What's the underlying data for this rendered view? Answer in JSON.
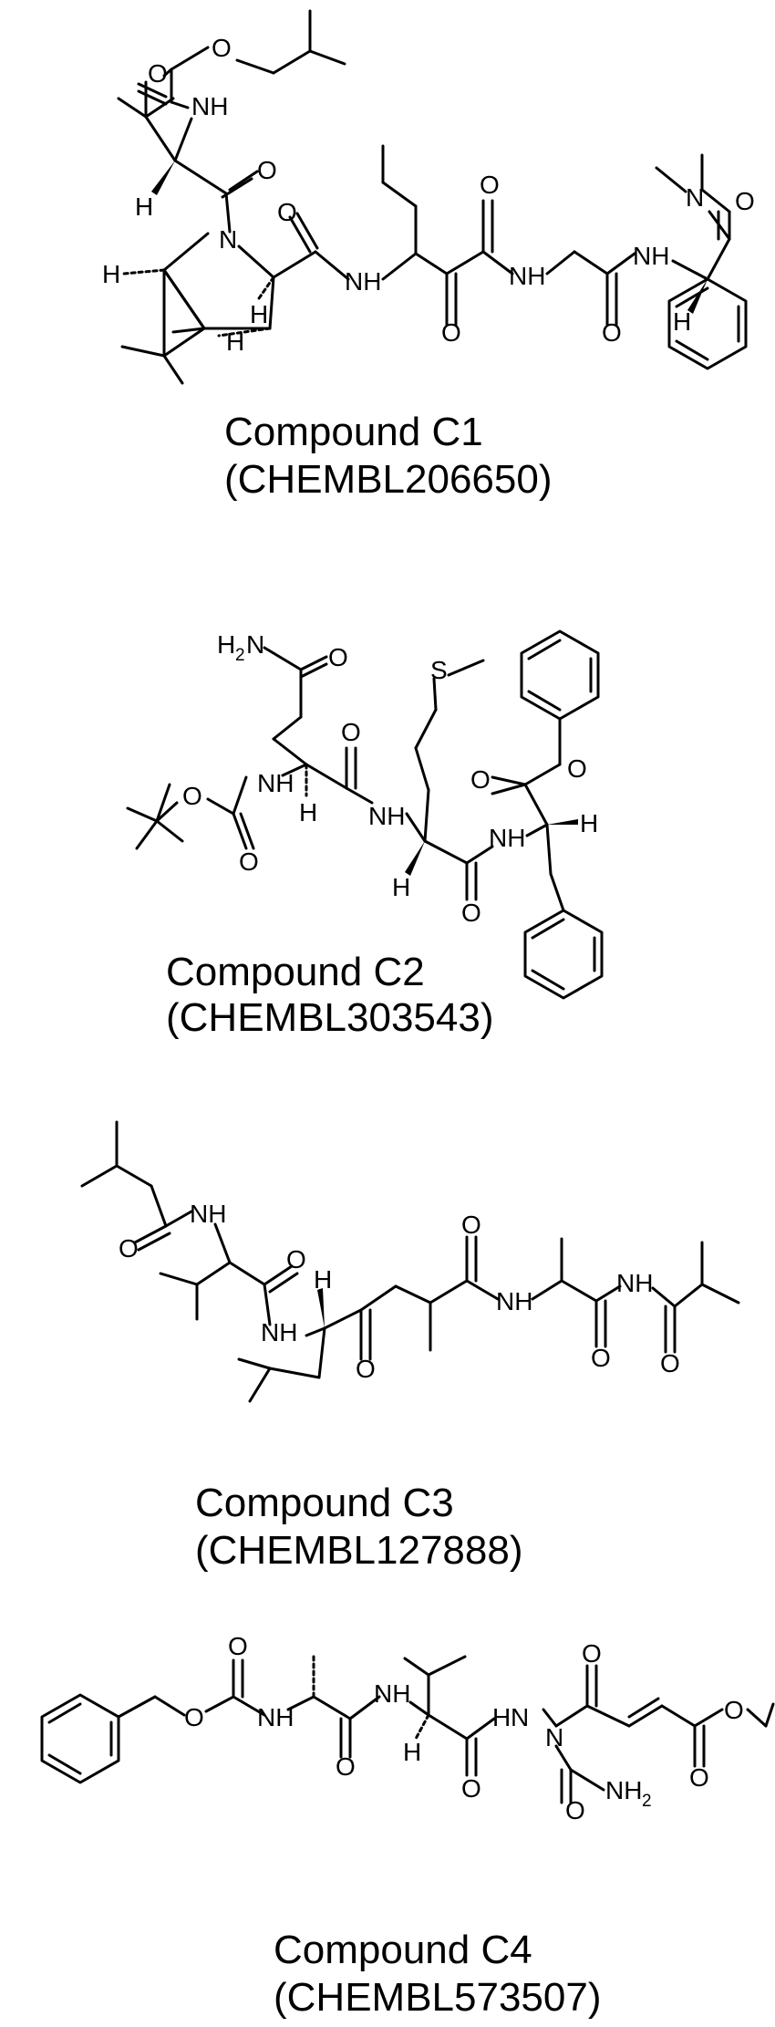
{
  "figure": {
    "compounds": [
      {
        "name": "Compound C1",
        "id": "(CHEMBL206650)"
      },
      {
        "name": "Compound C2",
        "id": "(CHEMBL303543)"
      },
      {
        "name": "Compound C3",
        "id": "(CHEMBL127888)"
      },
      {
        "name": "Compound C4",
        "id": "(CHEMBL573507)"
      }
    ],
    "atom_labels": {
      "O": "O",
      "NH": "NH",
      "N": "N",
      "H": "H",
      "S": "S",
      "H2N": "H",
      "H2N_sub": "2",
      "H2N_n": "N",
      "NH2": "NH",
      "NH2_sub": "2",
      "HN": "H",
      "HN_n": "N"
    }
  }
}
